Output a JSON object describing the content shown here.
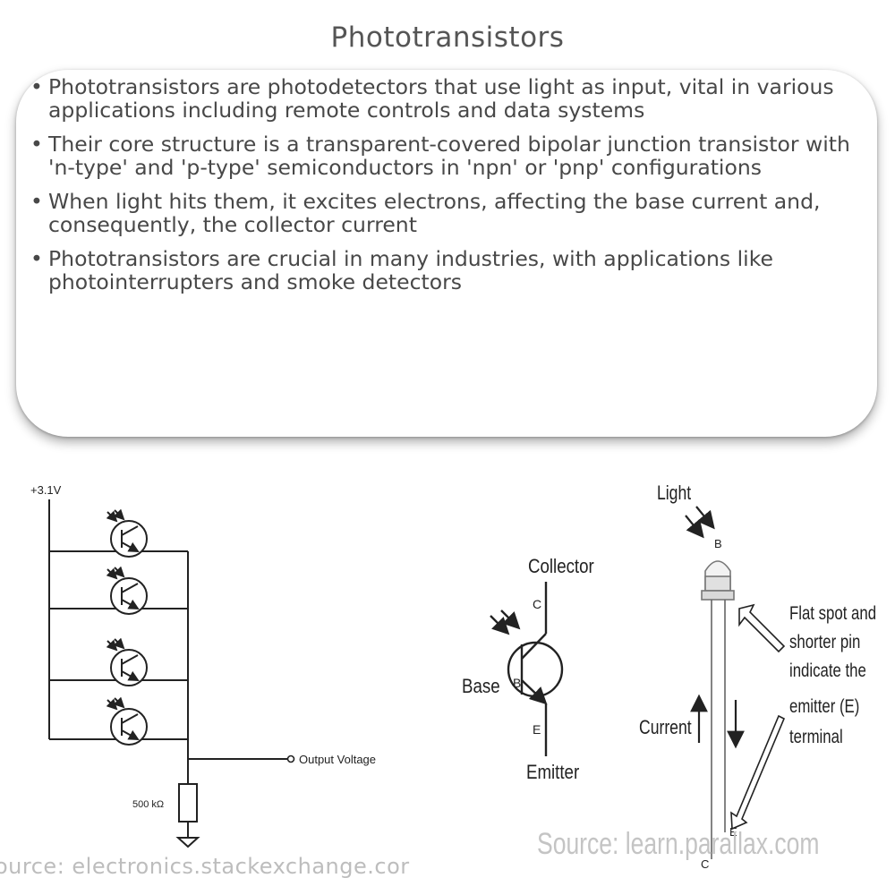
{
  "title": "Phototransistors",
  "bullet_marker": "•",
  "bullets": [
    "Phototransistors are photodetectors that use light as input, vital in various applications including remote controls and data systems",
    "Their core structure is a transparent-covered bipolar junction transistor with 'n-type' and 'p-type' semiconductors in 'npn' or 'pnp' configurations",
    "When light hits them, it excites electrons, affecting the base current and, consequently, the collector current",
    "Phototransistors are crucial in many industries, with applications like photointerrupters and smoke detectors"
  ],
  "circuit": {
    "supply_label": "+3.1V",
    "output_label": "Output Voltage",
    "resistor_label": "500 kΩ"
  },
  "symbol": {
    "collector_label": "Collector",
    "base_label": "Base",
    "emitter_label": "Emitter",
    "c_letter": "C",
    "b_letter": "B",
    "e_letter": "E"
  },
  "component": {
    "light_label": "Light",
    "b_pin": "B",
    "current_label": "Current",
    "e_pin": "E",
    "c_pin": "C",
    "note_lines": [
      "Flat spot and",
      "shorter pin",
      "indicate the",
      "emitter (E)",
      "terminal"
    ]
  },
  "sources": {
    "left": "ource: electronics.stackexchange.cor",
    "right": "Source: learn.parallax.com"
  }
}
